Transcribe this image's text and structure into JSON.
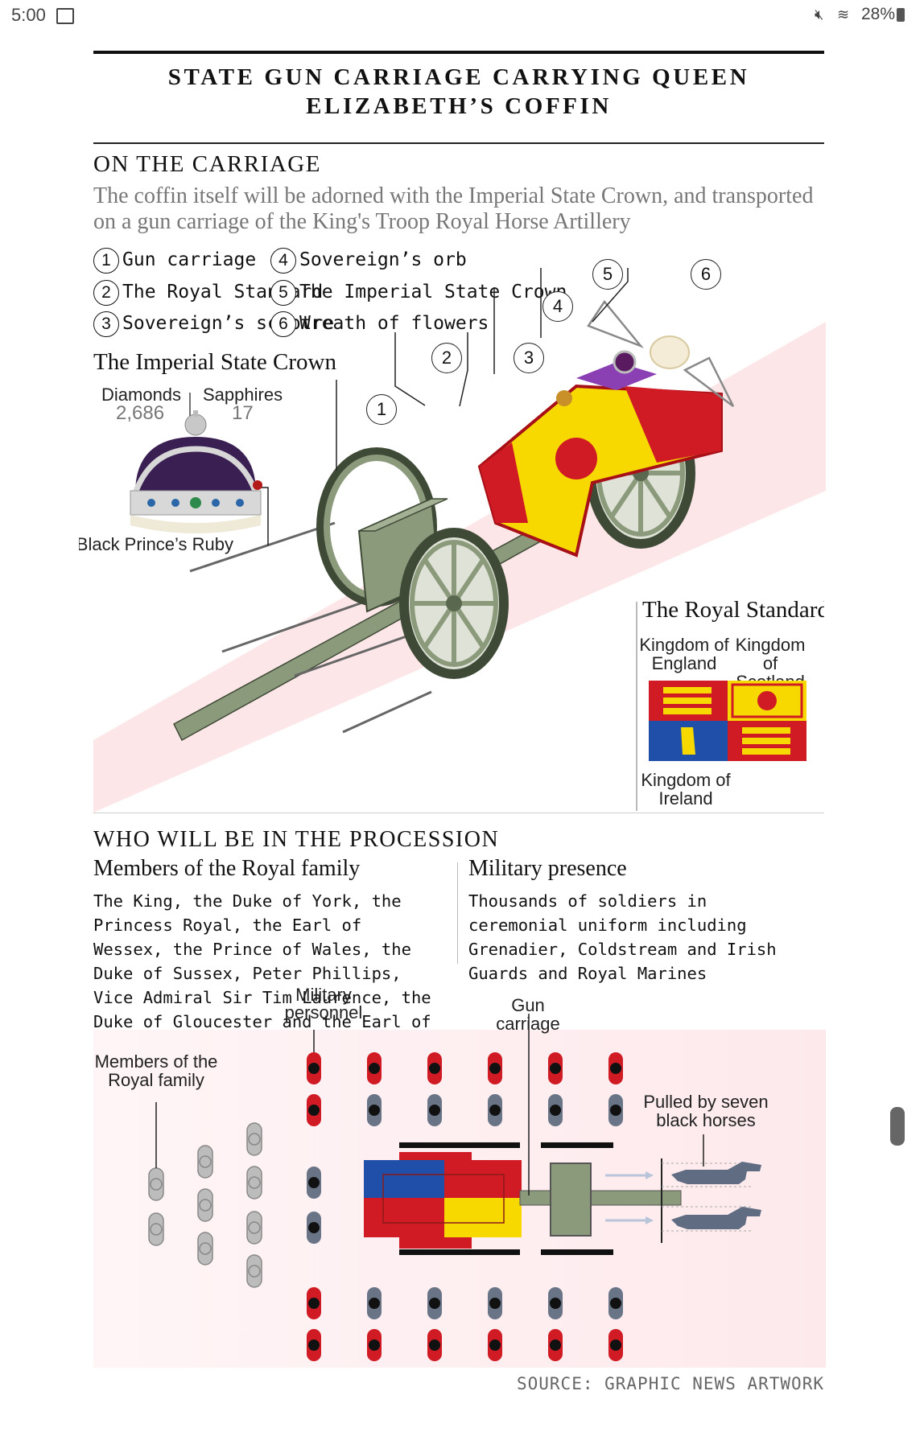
{
  "status_bar": {
    "time": "5:00",
    "battery": "28%"
  },
  "title": "STATE GUN CARRIAGE CARRYING QUEEN ELIZABETH’S COFFIN",
  "carriage_section": {
    "heading": "ON THE CARRIAGE",
    "intro": "The coffin itself will be adorned with the Imperial State Crown, and transported on a gun carriage of the King's Troop Royal Horse Artillery",
    "legend": [
      {
        "num": "1",
        "label": "Gun carriage"
      },
      {
        "num": "2",
        "label": "The Royal Standard"
      },
      {
        "num": "3",
        "label": "Sovereign’s sceptre"
      },
      {
        "num": "4",
        "label": "Sovereign’s orb"
      },
      {
        "num": "5",
        "label": "The Imperial State Crown"
      },
      {
        "num": "6",
        "label": "Wreath of flowers"
      }
    ]
  },
  "crown": {
    "heading": "The Imperial State Crown",
    "diamonds_label": "Diamonds",
    "diamonds_value": "2,686",
    "sapphires_label": "Sapphires",
    "sapphires_value": "17",
    "ruby_label": "Black Prince’s Ruby"
  },
  "royal_standard": {
    "heading": "The Royal Standard",
    "england": "Kingdom of England",
    "scotland": "Kingdom of Scotland",
    "ireland": "Kingdom of Ireland"
  },
  "procession": {
    "heading": "WHO WILL BE IN THE PROCESSION",
    "royal_heading": "Members of the Royal family",
    "royal_text": "The King, the Duke of York, the Princess Royal, the Earl of Wessex, the Prince of Wales, the Duke of Sussex, Peter Phillips, Vice Admiral Sir Tim Laurence, the Duke of Gloucester and the Earl of Snowdon",
    "military_heading": "Military presence",
    "military_text": "Thousands of soldiers in ceremonial uniform including Grenadier, Coldstream and Irish Guards and Royal Marines",
    "label_military": "Military personnel",
    "label_gun": "Gun carriage",
    "label_royal": "Members of the Royal family",
    "label_horses": "Pulled by seven black horses"
  },
  "source": "SOURCE: GRAPHIC NEWS ARTWORK",
  "colors": {
    "blue": "#1f4fa8",
    "red": "#d01b24",
    "yellow": "#f7d900",
    "carriage_green": "#8c9a7c",
    "pink_band": "#fde6e8"
  }
}
